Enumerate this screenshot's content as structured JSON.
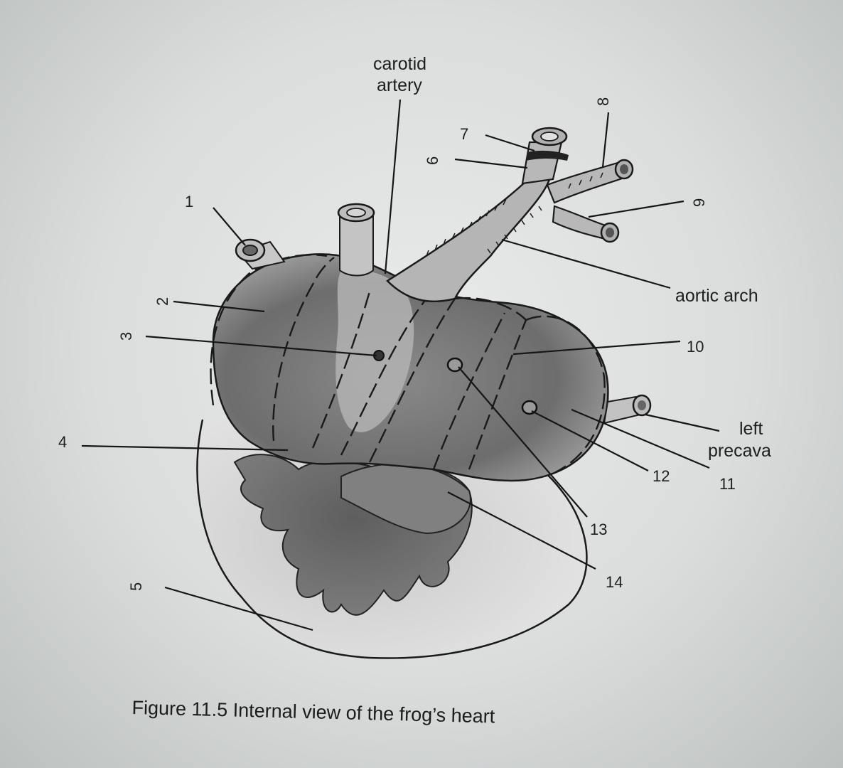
{
  "labels": {
    "carotid_1": "carotid",
    "carotid_2": "artery",
    "aortic_arch": "aortic arch",
    "left_precava_1": "left",
    "left_precava_2": "precava",
    "n1": "1",
    "n2": "2",
    "n3": "3",
    "n4": "4",
    "n5": "5",
    "n6": "6",
    "n7": "7",
    "n8": "8",
    "n9": "9",
    "n10": "10",
    "n11": "11",
    "n12": "12",
    "n13": "13",
    "n14": "14"
  },
  "caption": "Figure 11.5  Internal view of the frog’s  heart"
}
